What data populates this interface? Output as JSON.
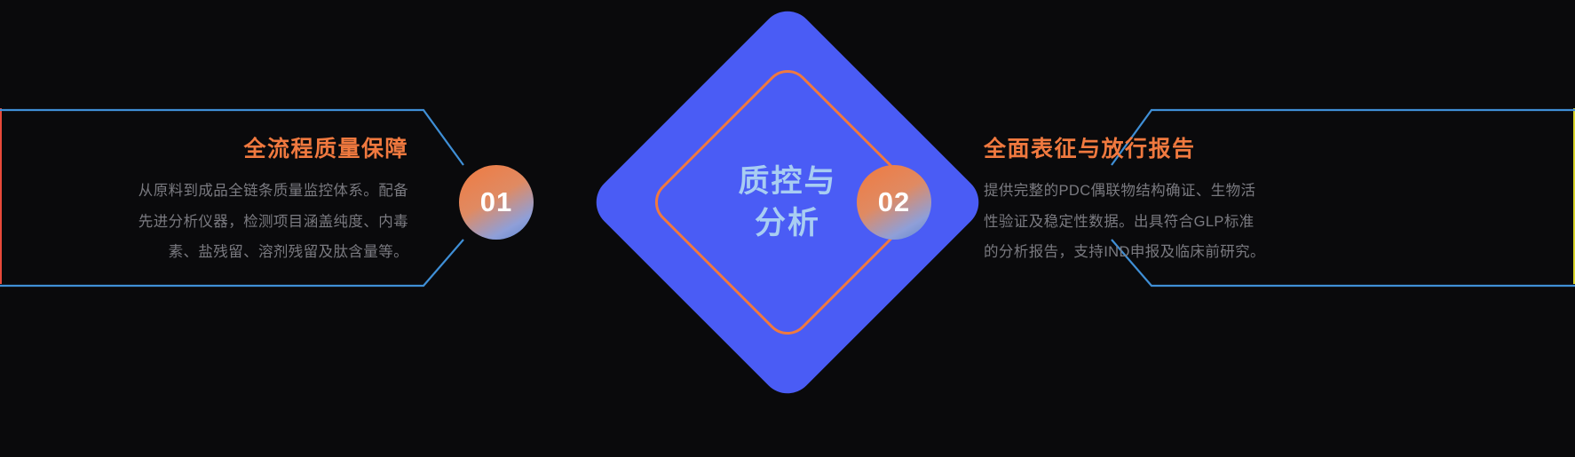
{
  "theme": {
    "background": "#0a0a0c",
    "accent_orange": "#f0793f",
    "accent_blue": "#4a5cf5",
    "connector_blue": "#3f8fd6",
    "diamond_text": "#a8cdf2",
    "body_text": "#7a7a80",
    "badge_gradient_from": "#f07a40",
    "badge_gradient_to": "#5f86cf",
    "frame_left_rule": "#e8493a",
    "frame_right_rule": "#d8d32a"
  },
  "center": {
    "label_line1": "质控与",
    "label_line2": "分析"
  },
  "items": [
    {
      "number": "01",
      "title": "全流程质量保障",
      "body_lines": [
        "从原料到成品全链条质量监控体系。配备",
        "先进分析仪器，检测项目涵盖纯度、内毒",
        "素、盐残留、溶剂残留及肽含量等。"
      ],
      "body": "从原料到成品全链条质量监控体系。配备先进分析仪器，检测项目涵盖纯度、内毒素、盐残留、溶剂残留及肽含量等。"
    },
    {
      "number": "02",
      "title": "全面表征与放行报告",
      "body_lines": [
        "提供完整的PDC偶联物结构确证、生物活",
        "性验证及稳定性数据。出具符合GLP标准",
        "的分析报告，支持IND申报及临床前研究。"
      ],
      "body": "提供完整的PDC偶联物结构确证、生物活性验证及稳定性数据。出具符合GLP标准的分析报告，支持IND申报及临床前研究。"
    }
  ]
}
